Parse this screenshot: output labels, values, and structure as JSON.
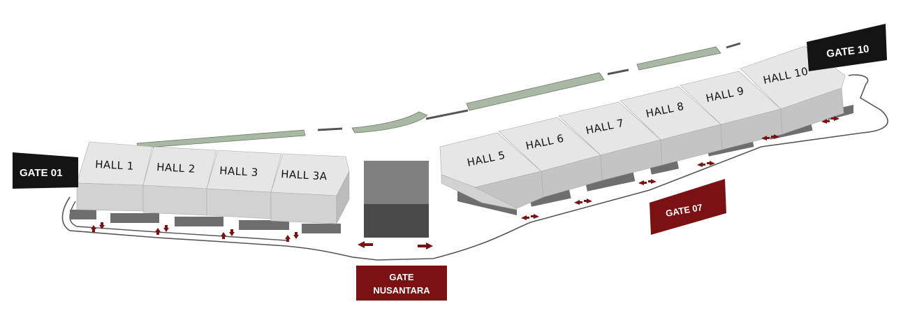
{
  "colors": {
    "hall_top": "#e2e2e2",
    "hall_front": "#d0d0d0",
    "hall_side": "#bcbcbc",
    "base": "#6e6e6e",
    "green_strip": "#a8b8a2",
    "gate_dark": "#141414",
    "gate_red": "#7a1214",
    "arrow_red": "#7a1214",
    "road": "#555555"
  },
  "halls": [
    {
      "id": "hall-1",
      "label": "HALL 1"
    },
    {
      "id": "hall-2",
      "label": "HALL 2"
    },
    {
      "id": "hall-3",
      "label": "HALL 3"
    },
    {
      "id": "hall-3a",
      "label": "HALL 3A"
    },
    {
      "id": "hall-5",
      "label": "HALL 5"
    },
    {
      "id": "hall-6",
      "label": "HALL 6"
    },
    {
      "id": "hall-7",
      "label": "HALL 7"
    },
    {
      "id": "hall-8",
      "label": "HALL 8"
    },
    {
      "id": "hall-9",
      "label": "HALL 9"
    },
    {
      "id": "hall-10",
      "label": "HALL 10"
    }
  ],
  "gates": {
    "gate_01": "GATE 01",
    "gate_10": "GATE 10",
    "gate_07": "GATE 07",
    "gate_nusantara_line1": "GATE",
    "gate_nusantara_line2": "NUSANTARA"
  }
}
